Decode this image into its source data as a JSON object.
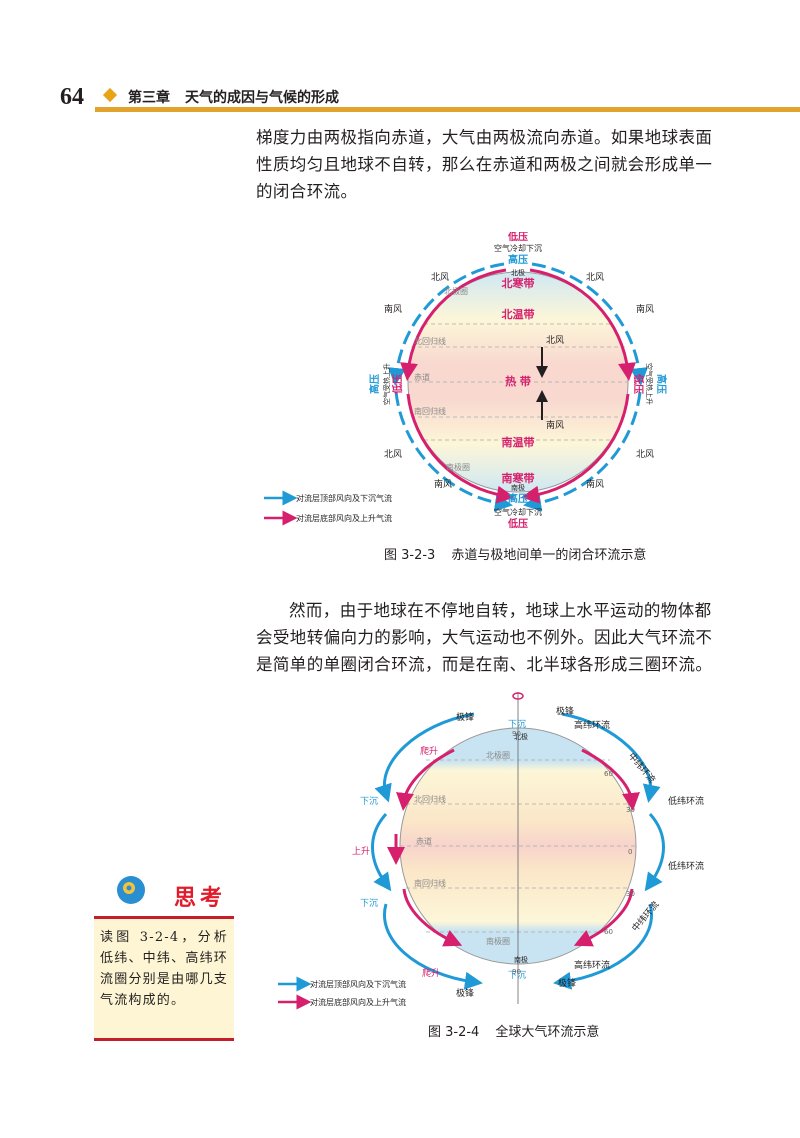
{
  "header": {
    "page_number": "64",
    "chapter": "第三章",
    "chapter_title": "天气的成因与气候的形成"
  },
  "paragraphs": {
    "p1": "梯度力由两极指向赤道，大气由两极流向赤道。如果地球表面性质均匀且地球不自转，那么在赤道和两极之间就会形成单一的闭合环流。",
    "p2": "然而，由于地球在不停地自转，地球上水平运动的物体都会受地转偏向力的影响，大气运动也不例外。因此大气环流不是简单的单圈闭合环流，而是在南、北半球各形成三圈环流。"
  },
  "figure1": {
    "caption_no": "图 3-2-3",
    "caption_text": "赤道与极地间单一的闭合环流示意",
    "labels": {
      "low_top": "低压",
      "sink_top": "空气冷却下沉",
      "high_top": "高压",
      "north_pole": "北极",
      "north_frigid": "北寒带",
      "arctic_circle": "北极圈",
      "north_temperate": "北温带",
      "tropic_cancer": "北回归线",
      "north_wind": "北风",
      "torrid": "热  带",
      "equator": "赤道",
      "tropic_capricorn": "南回归线",
      "south_wind": "南风",
      "south_temperate": "南温带",
      "antarctic_circle": "南极圈",
      "south_frigid": "南寒带",
      "south_pole": "南极",
      "high_bottom": "高压",
      "sink_bottom": "空气冷却下沉",
      "low_bottom": "低压",
      "left_high": "高压",
      "left_low": "低压",
      "left_rise": "空气受热上升",
      "right_low": "低压",
      "right_high": "高压",
      "right_rise": "空气受热上升",
      "wind_n": "北风",
      "wind_s": "南风"
    },
    "legend_blue": "对流层顶部风向及下沉气流",
    "legend_red": "对流层底部风向及上升气流"
  },
  "figure2": {
    "caption_no": "图 3-2-4",
    "caption_text": "全球大气环流示意",
    "labels": {
      "polar_front": "极锋",
      "sink": "下沉",
      "rise": "上升",
      "climb": "爬升",
      "high_cell": "高纬环流",
      "mid_cell": "中纬环流",
      "low_cell": "低纬环流",
      "north_pole": "北极",
      "south_pole": "南极",
      "arctic_circle": "北极圈",
      "tropic_cancer": "北回归线",
      "equator": "赤道",
      "tropic_capricorn": "南回归线",
      "antarctic_circle": "南极圈",
      "lat_90": "90",
      "lat_60": "60",
      "lat_30": "30",
      "lat_0": "0"
    },
    "legend_blue": "对流层顶部风向及下沉气流",
    "legend_red": "对流层底部风向及上升气流"
  },
  "think": {
    "title": "思考",
    "text": "读图 3-2-4，分析低纬、中纬、高纬环流圈分别是由哪几支气流构成的。"
  },
  "colors": {
    "blue": "#1f9ad6",
    "magenta": "#d6206e",
    "header_gold": "#e2a32c",
    "think_red": "#c61d2a"
  }
}
